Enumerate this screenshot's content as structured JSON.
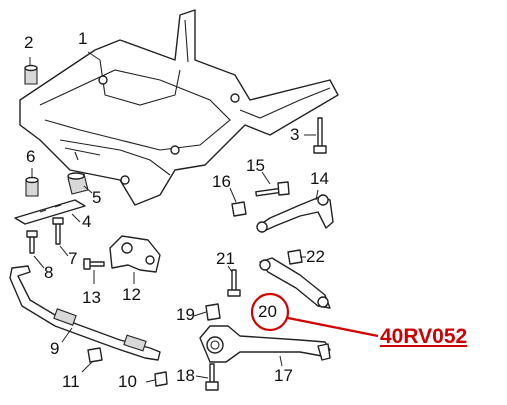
{
  "callouts": {
    "c1": "1",
    "c2": "2",
    "c3": "3",
    "c4": "4",
    "c5": "5",
    "c6": "6",
    "c7": "7",
    "c8": "8",
    "c9": "9",
    "c10": "10",
    "c11": "11",
    "c12": "12",
    "c13": "13",
    "c14": "14",
    "c15": "15",
    "c16": "16",
    "c17": "17",
    "c18": "18",
    "c19": "19",
    "c20": "20",
    "c21": "21",
    "c22": "22"
  },
  "reference_code": "40RV052",
  "colors": {
    "highlight": "#d40000",
    "line": "#222222"
  }
}
